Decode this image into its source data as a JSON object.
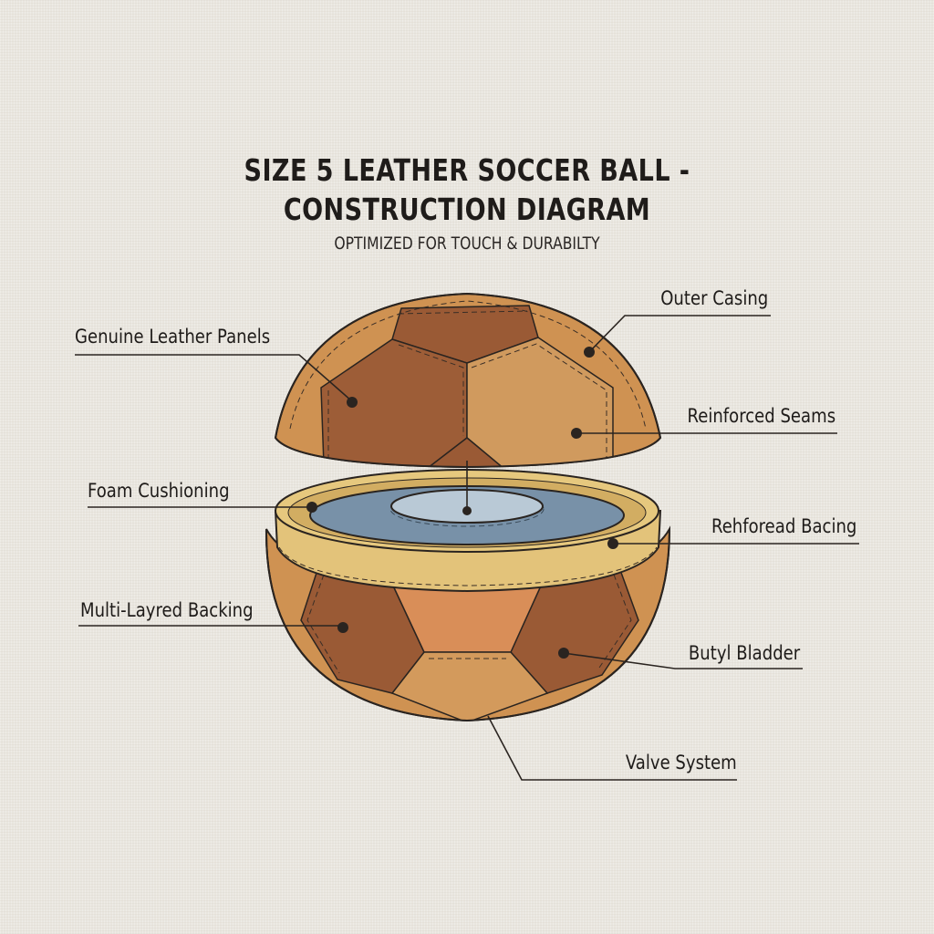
{
  "title": {
    "line1": "SIZE 5 LEATHER SOCCER BALL -",
    "line2": "CONSTRUCTION DIAGRAM",
    "subtitle": "OPTIMIZED FOR TOUCH & DURABILTY"
  },
  "labels": {
    "genuine_leather_panels": "Genuine Leather Panels",
    "outer_casing": "Outer Casing",
    "reinforced_seams": "Reinforced Seams",
    "foam_cushioning": "Foam Cushioning",
    "reinforced_backing": "Rehforead Bacing",
    "multi_layered_backing": "Multi-Layred Backing",
    "butyl_bladder": "Butyl Bladder",
    "valve_system": "Valve System"
  },
  "colors": {
    "background": "#e9e6df",
    "panel_dark": "#9a5a35",
    "panel_light": "#c98e4e",
    "panel_tan": "#d49a5a",
    "foam_layer": "#e3c37a",
    "bladder_outer": "#7891a8",
    "bladder_inner": "#b9c9d6",
    "ink": "#2a2420"
  }
}
